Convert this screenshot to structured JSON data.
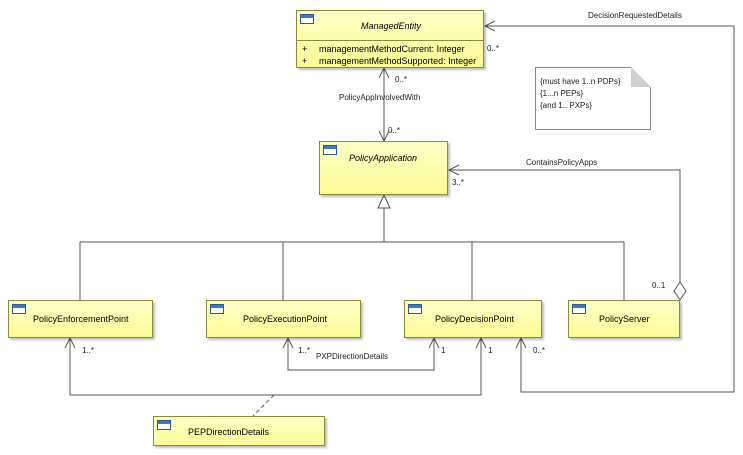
{
  "classes": {
    "managed_entity": {
      "name": "ManagedEntity",
      "attributes": [
        {
          "visibility": "+",
          "text": "managementMethodCurrent: Integer"
        },
        {
          "visibility": "+",
          "text": "managementMethodSupported: Integer"
        }
      ]
    },
    "policy_application": {
      "name": "PolicyApplication"
    },
    "policy_enforcement_point": {
      "name": "PolicyEnforcementPoint"
    },
    "policy_execution_point": {
      "name": "PolicyExecutionPoint"
    },
    "policy_decision_point": {
      "name": "PolicyDecisionPoint"
    },
    "policy_server": {
      "name": "PolicyServer"
    },
    "pep_direction_details": {
      "name": "PEPDirectionDetails"
    }
  },
  "associations": {
    "policy_app_involved_with": {
      "name": "PolicyAppInvolvedWith",
      "mult_top": "0..*",
      "mult_bottom": "0..*"
    },
    "contains_policy_apps": {
      "name": "ContainsPolicyApps",
      "mult_app": "3..*",
      "mult_server": "0..1"
    },
    "decision_requested_details": {
      "name": "DecisionRequestedDetails",
      "mult_entity": "0..*",
      "mult_pdp": "0..*"
    },
    "pxp_direction_details": {
      "name": "PXPDirectionDetails",
      "mult_pxp": "1..*",
      "mult_pdp": "1"
    },
    "pep_direction_details": {
      "mult_pep": "1..*",
      "mult_pdp": "1"
    }
  },
  "note": {
    "lines": [
      "{must have 1..n PDPs}",
      "{1...n PEPs}",
      "{and 1.. PXPs}"
    ]
  }
}
